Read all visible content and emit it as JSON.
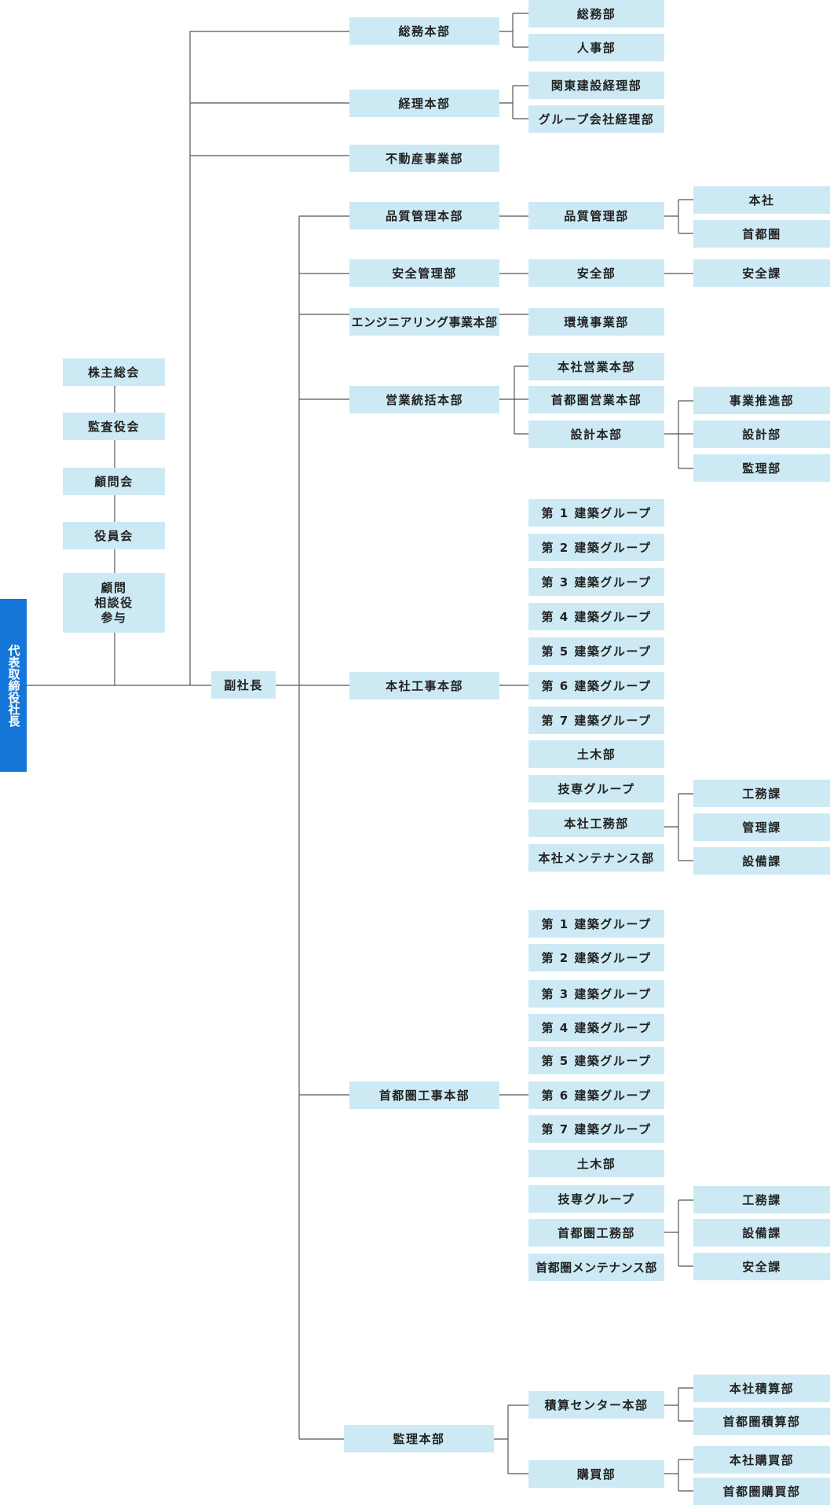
{
  "president": "代表取締役社長",
  "advisory": {
    "shareholders": "株主総会",
    "auditors": "監査役会",
    "advisors": "顧問会",
    "board": "役員会",
    "advisor_lines": [
      "顧問",
      "相談役",
      "参与"
    ]
  },
  "vice_president": "副社長",
  "general_affairs": {
    "name": "総務本部",
    "children": [
      "総務部",
      "人事部"
    ]
  },
  "accounting": {
    "name": "経理本部",
    "children": [
      "関東建設経理部",
      "グループ会社経理部"
    ]
  },
  "real_estate": {
    "name": "不動産事業部"
  },
  "quality": {
    "name": "品質管理本部",
    "dept": "品質管理部",
    "children": [
      "本社",
      "首都圏"
    ]
  },
  "safety": {
    "name": "安全管理部",
    "dept": "安全部",
    "section": "安全課"
  },
  "engineering": {
    "name": "エンジニアリング事業本部",
    "dept": "環境事業部"
  },
  "sales": {
    "name": "営業統括本部",
    "children": [
      "本社営業本部",
      "首都圏営業本部",
      "設計本部"
    ],
    "design_children": [
      "事業推進部",
      "設計部",
      "監理部"
    ]
  },
  "hq_construction": {
    "name": "本社工事本部",
    "children": [
      "第 1 建築グループ",
      "第 2 建築グループ",
      "第 3 建築グループ",
      "第 4 建築グループ",
      "第 5 建築グループ",
      "第 6 建築グループ",
      "第 7 建築グループ",
      "土木部",
      "技専グループ",
      "本社工務部",
      "本社メンテナンス部"
    ],
    "works_children": [
      "工務課",
      "管理課",
      "設備課"
    ]
  },
  "metro_construction": {
    "name": "首都圏工事本部",
    "children": [
      "第 1 建築グループ",
      "第 2 建築グループ",
      "第 3 建築グループ",
      "第 4 建築グループ",
      "第 5 建築グループ",
      "第 6 建築グループ",
      "第 7 建築グループ",
      "土木部",
      "技専グループ",
      "首都圏工務部",
      "首都圏メンテナンス部"
    ],
    "works_children": [
      "工務課",
      "設備課",
      "安全課"
    ]
  },
  "supervision": {
    "name": "監理本部",
    "estimation": {
      "name": "積算センター本部",
      "children": [
        "本社積算部",
        "首都圏積算部"
      ]
    },
    "purchasing": {
      "name": "購買部",
      "children": [
        "本社購買部",
        "首都圏購買部"
      ]
    }
  }
}
